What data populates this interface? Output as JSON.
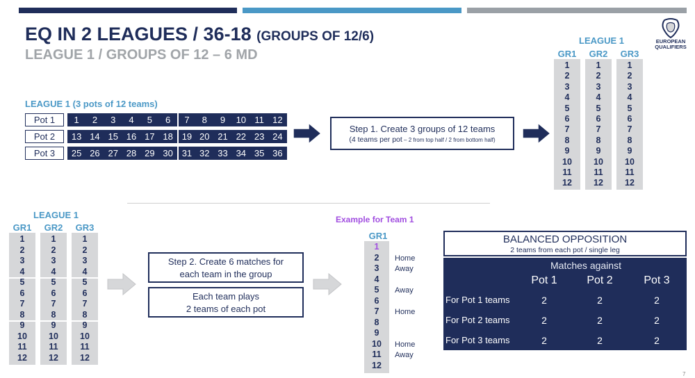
{
  "title": {
    "main": "EQ IN 2 LEAGUES / 36-18",
    "suffix": "(GROUPS OF 12/6)"
  },
  "subtitle": "LEAGUE 1 / GROUPS OF 12 – 6 MD",
  "logo": {
    "line1": "EUROPEAN",
    "line2": "QUALIFIERS"
  },
  "pots_label": "LEAGUE 1 (3 pots of 12 teams)",
  "pots": [
    {
      "name": "Pot 1",
      "teams": [
        "1",
        "2",
        "3",
        "4",
        "5",
        "6",
        "7",
        "8",
        "9",
        "10",
        "11",
        "12"
      ]
    },
    {
      "name": "Pot 2",
      "teams": [
        "13",
        "14",
        "15",
        "16",
        "17",
        "18",
        "19",
        "20",
        "21",
        "22",
        "23",
        "24"
      ]
    },
    {
      "name": "Pot 3",
      "teams": [
        "25",
        "26",
        "27",
        "28",
        "29",
        "30",
        "31",
        "32",
        "33",
        "34",
        "35",
        "36"
      ]
    }
  ],
  "step1": {
    "line1": "Step 1. Create 3 groups of 12 teams",
    "line2_main": "(4 teams per pot",
    "line2_small": " – 2 from top half / 2 from bottom half)"
  },
  "league_label": "LEAGUE 1",
  "groups": [
    "GR1",
    "GR2",
    "GR3"
  ],
  "group_numbers": [
    "1",
    "2",
    "3",
    "4",
    "5",
    "6",
    "7",
    "8",
    "9",
    "10",
    "11",
    "12"
  ],
  "step2": {
    "line1": "Step 2. Create 6 matches for",
    "line2": "each team in the group"
  },
  "step3": {
    "line1": "Each team plays",
    "line2": "2 teams of each pot"
  },
  "example": {
    "label": "Example for Team 1",
    "group": "GR1",
    "notes": [
      {
        "row": 2,
        "text": "Home"
      },
      {
        "row": 3,
        "text": "Away"
      },
      {
        "row": 5,
        "text": "Away"
      },
      {
        "row": 7,
        "text": "Home"
      },
      {
        "row": 10,
        "text": "Home"
      },
      {
        "row": 11,
        "text": "Away"
      }
    ]
  },
  "balanced": {
    "title": "BALANCED OPPOSITION",
    "subtitle": "2 teams from each pot / single leg"
  },
  "matrix": {
    "header": "Matches against",
    "columns": [
      "Pot 1",
      "Pot 2",
      "Pot 3"
    ],
    "rows": [
      {
        "label": "For Pot 1 teams",
        "values": [
          "2",
          "2",
          "2"
        ]
      },
      {
        "label": "For Pot 2 teams",
        "values": [
          "2",
          "2",
          "2"
        ]
      },
      {
        "label": "For Pot 3 teams",
        "values": [
          "2",
          "2",
          "2"
        ]
      }
    ]
  },
  "page_number": "7",
  "colors": {
    "navy": "#1f2d5a",
    "blue": "#4a98c6",
    "grey": "#9aa0a6",
    "purple": "#a14ee0",
    "cell": "#d6d7d9"
  }
}
